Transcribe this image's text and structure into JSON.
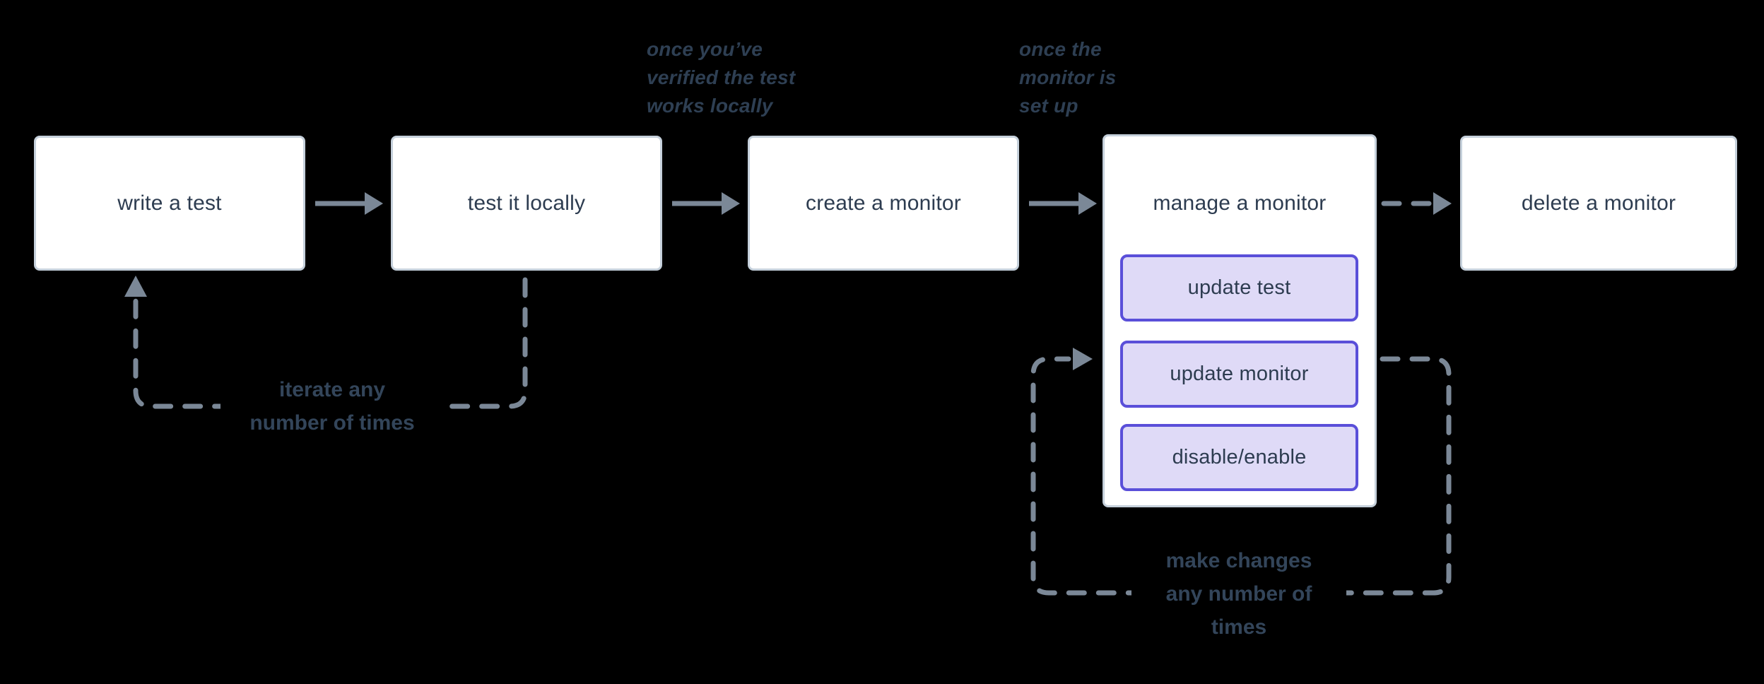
{
  "diagram": {
    "title_hint": "monitor lifecycle flowchart",
    "nodes": [
      {
        "id": "write-a-test",
        "label": "write a test"
      },
      {
        "id": "test-it-locally",
        "label": "test it locally"
      },
      {
        "id": "create-a-monitor",
        "label": "create a monitor"
      },
      {
        "id": "manage-a-monitor",
        "label": "manage a monitor",
        "children": [
          {
            "id": "update-test",
            "label": "update test"
          },
          {
            "id": "update-monitor",
            "label": "update monitor"
          },
          {
            "id": "disable-enable",
            "label": "disable/enable"
          }
        ]
      },
      {
        "id": "delete-a-monitor",
        "label": "delete a monitor"
      }
    ],
    "annotations": {
      "once_verified": {
        "lines": [
          "once you’ve",
          "verified the test",
          "works locally"
        ]
      },
      "once_set_up": {
        "lines": [
          "once the",
          "monitor is",
          "set up"
        ]
      }
    },
    "loops": {
      "iterate": {
        "lines": [
          "iterate any",
          "number of times"
        ]
      },
      "make_changes": {
        "lines": [
          "make changes",
          "any number of",
          "times"
        ]
      }
    },
    "colors": {
      "background": "#000000",
      "node_fill": "#ffffff",
      "node_border": "#c5d0db",
      "node_text": "#2d3c50",
      "subaction_fill": "#dfdaf7",
      "subaction_border": "#5a4fd9",
      "connector": "#7b8897",
      "label_text": "#33455a",
      "annotation_text": "#2e3f53"
    }
  }
}
